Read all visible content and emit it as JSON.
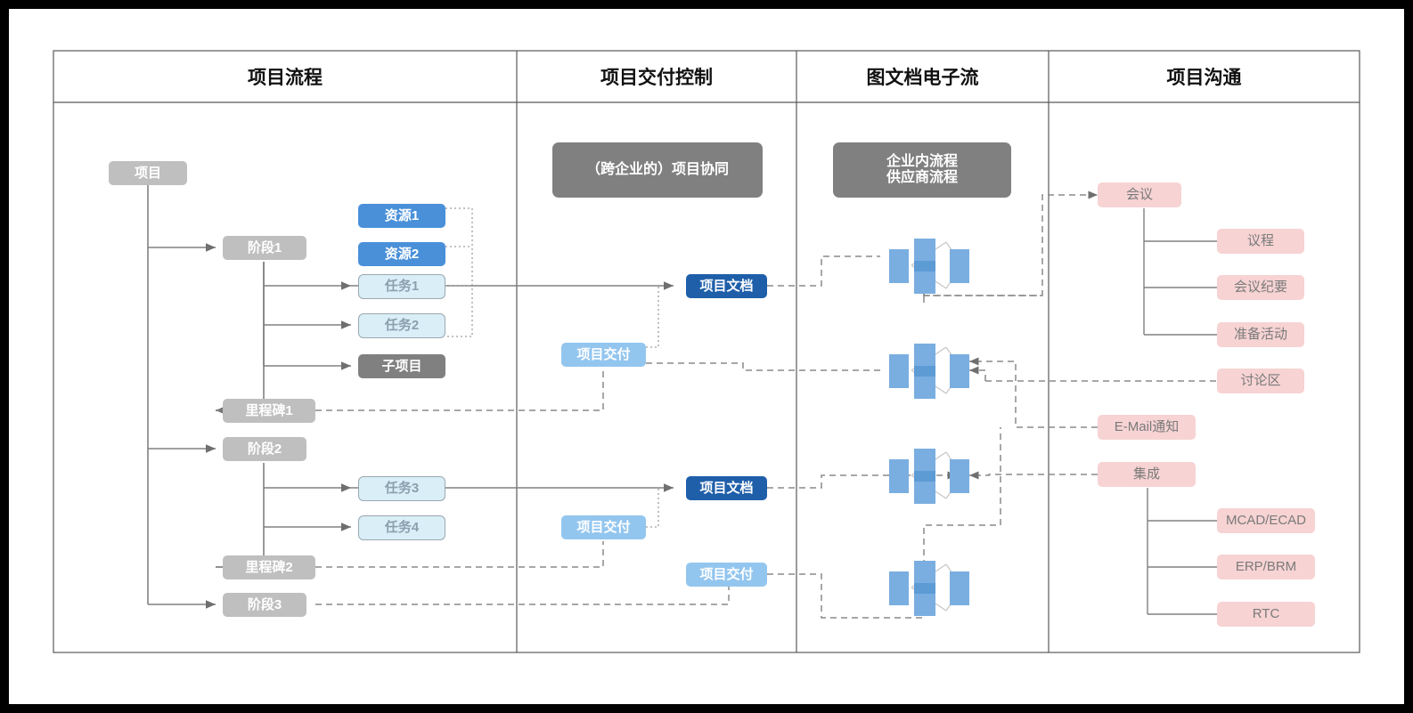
{
  "colors": {
    "grey": "#bfbfbf",
    "dark_grey": "#808080",
    "blue_mid": "#4a90d9",
    "blue_light": "#daeef8",
    "blue_soft": "#93c6ef",
    "blue_dark": "#1f5fa9",
    "pink": "#f7d3d3",
    "line": "#808080",
    "frame": "#595959",
    "page_background": "#000000",
    "canvas": "#ffffff"
  },
  "columns": [
    {
      "id": "project-flow",
      "header": "项目流程"
    },
    {
      "id": "delivery-control",
      "header": "项目交付控制"
    },
    {
      "id": "document-eflow",
      "header": "图文档电子流"
    },
    {
      "id": "project-communication",
      "header": "项目沟通"
    }
  ],
  "project_flow": {
    "root": "项目",
    "nodes": [
      {
        "id": "phase1",
        "label": "阶段1",
        "style": "grey"
      },
      {
        "id": "resource1",
        "label": "资源1",
        "style": "blue-mid"
      },
      {
        "id": "resource2",
        "label": "资源2",
        "style": "blue-mid"
      },
      {
        "id": "task1",
        "label": "任务1",
        "style": "blue-light"
      },
      {
        "id": "task2",
        "label": "任务2",
        "style": "blue-light"
      },
      {
        "id": "subproject",
        "label": "子项目",
        "style": "dark-grey"
      },
      {
        "id": "milestone1",
        "label": "里程碑1",
        "style": "grey"
      },
      {
        "id": "phase2",
        "label": "阶段2",
        "style": "grey"
      },
      {
        "id": "task3",
        "label": "任务3",
        "style": "blue-light"
      },
      {
        "id": "task4",
        "label": "任务4",
        "style": "blue-light"
      },
      {
        "id": "milestone2",
        "label": "里程碑2",
        "style": "grey"
      },
      {
        "id": "phase3",
        "label": "阶段3",
        "style": "grey"
      }
    ]
  },
  "delivery_control": {
    "banner": "（跨企业的）项目协同",
    "nodes": [
      {
        "id": "project-doc-1",
        "label": "项目文档",
        "style": "blue-dark"
      },
      {
        "id": "project-delivery-1",
        "label": "项目交付",
        "style": "blue-soft"
      },
      {
        "id": "project-doc-2",
        "label": "项目文档",
        "style": "blue-dark"
      },
      {
        "id": "project-delivery-2",
        "label": "项目交付",
        "style": "blue-soft"
      },
      {
        "id": "project-delivery-3",
        "label": "项目交付",
        "style": "blue-soft"
      }
    ]
  },
  "document_eflow": {
    "banner_line1": "企业内流程",
    "banner_line2": "供应商流程",
    "flow_symbol_count": 4,
    "flow_symbol_name": "workflow-symbol"
  },
  "project_communication": {
    "nodes": [
      {
        "id": "meeting",
        "label": "会议",
        "style": "pink"
      },
      {
        "id": "agenda",
        "label": "议程",
        "style": "pink"
      },
      {
        "id": "minutes",
        "label": "会议纪要",
        "style": "pink"
      },
      {
        "id": "prep",
        "label": "准备活动",
        "style": "pink"
      },
      {
        "id": "discussion",
        "label": "讨论区",
        "style": "pink"
      },
      {
        "id": "email",
        "label": "E-Mail通知",
        "style": "pink"
      },
      {
        "id": "integration",
        "label": "集成",
        "style": "pink"
      },
      {
        "id": "mcad-ecad",
        "label": "MCAD/ECAD",
        "style": "pink"
      },
      {
        "id": "erp-brm",
        "label": "ERP/BRM",
        "style": "pink"
      },
      {
        "id": "rtc",
        "label": "RTC",
        "style": "pink"
      }
    ]
  }
}
